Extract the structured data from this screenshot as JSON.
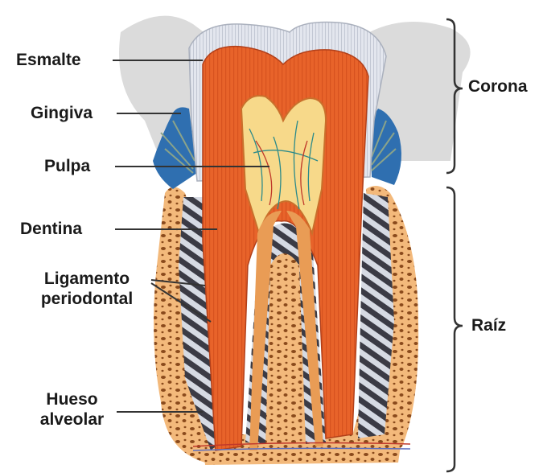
{
  "labels": {
    "esmalte": "Esmalte",
    "gingiva": "Gingiva",
    "pulpa": "Pulpa",
    "dentina": "Dentina",
    "ligamento_line1": "Ligamento",
    "ligamento_line2": "periodontal",
    "hueso_line1": "Hueso",
    "hueso_line2": "alveolar",
    "corona": "Corona",
    "raiz": "Raíz"
  },
  "colors": {
    "enamel": "#d9dde6",
    "dentin": "#e8632a",
    "dentin_light": "#f08a4f",
    "pulp": "#f7d98a",
    "gum": "#2f6fb0",
    "bone": "#f3b97b",
    "bone_pores": "#8a4a1c",
    "ligament": "#c9cdd6",
    "gum_shadow": "#cfcfcf",
    "leader": "#333333"
  }
}
